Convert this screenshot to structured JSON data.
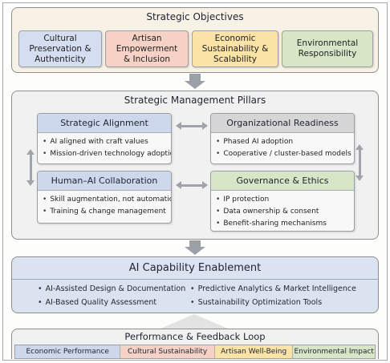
{
  "objectives": {
    "title": "Strategic Objectives",
    "items": [
      {
        "label": "Cultural\nPreservation &\nAuthenticity",
        "color": "#d4def0"
      },
      {
        "label": "Artisan\nEmpowerment\n& Inclusion",
        "color": "#f6d2c6"
      },
      {
        "label": "Economic\nSustainability &\nScalability",
        "color": "#fbe3a8"
      },
      {
        "label": "Environmental\nResponsibility",
        "color": "#d7e6c6"
      }
    ]
  },
  "pillars": {
    "title": "Strategic Management Pillars",
    "alignment": {
      "title": "Strategic Alignment",
      "bullets": [
        "AI aligned with craft values",
        "Mission-driven technology adoption"
      ]
    },
    "readiness": {
      "title": "Organizational Readiness",
      "bullets": [
        "Phased AI adoption",
        "Cooperative / cluster-based models"
      ]
    },
    "collaboration": {
      "title": "Human–AI Collaboration",
      "bullets": [
        "Skill augmentation, not automation",
        "Training & change management"
      ]
    },
    "governance": {
      "title": "Governance & Ethics",
      "bullets": [
        "IP protection",
        "Data ownership & consent",
        "Benefit-sharing mechanisms"
      ]
    }
  },
  "capability": {
    "title": "AI Capability Enablement",
    "items": [
      "AI-Assisted Design & Documentation",
      "Predictive Analytics & Market Intelligence",
      "AI-Based Quality Assessment",
      "Sustainability Optimization Tools"
    ]
  },
  "performance": {
    "title": "Performance & Feedback Loop",
    "items": [
      {
        "label": "Economic Performance",
        "color": "#cdd8ec"
      },
      {
        "label": "Cultural Sustainability",
        "color": "#f6d2c6"
      },
      {
        "label": "Artisan Well-Being",
        "color": "#fbe3a8"
      },
      {
        "label": "Environmental Impact",
        "color": "#d7e6c6"
      }
    ]
  },
  "colors": {
    "blue": "#d4def0",
    "peach": "#f6d2c6",
    "yellow": "#fbe3a8",
    "green": "#d7e6c6",
    "arrow": "#9aa0a6"
  },
  "icons": [
    "down-arrow-icon",
    "double-arrow-icon",
    "bullet-icon"
  ]
}
